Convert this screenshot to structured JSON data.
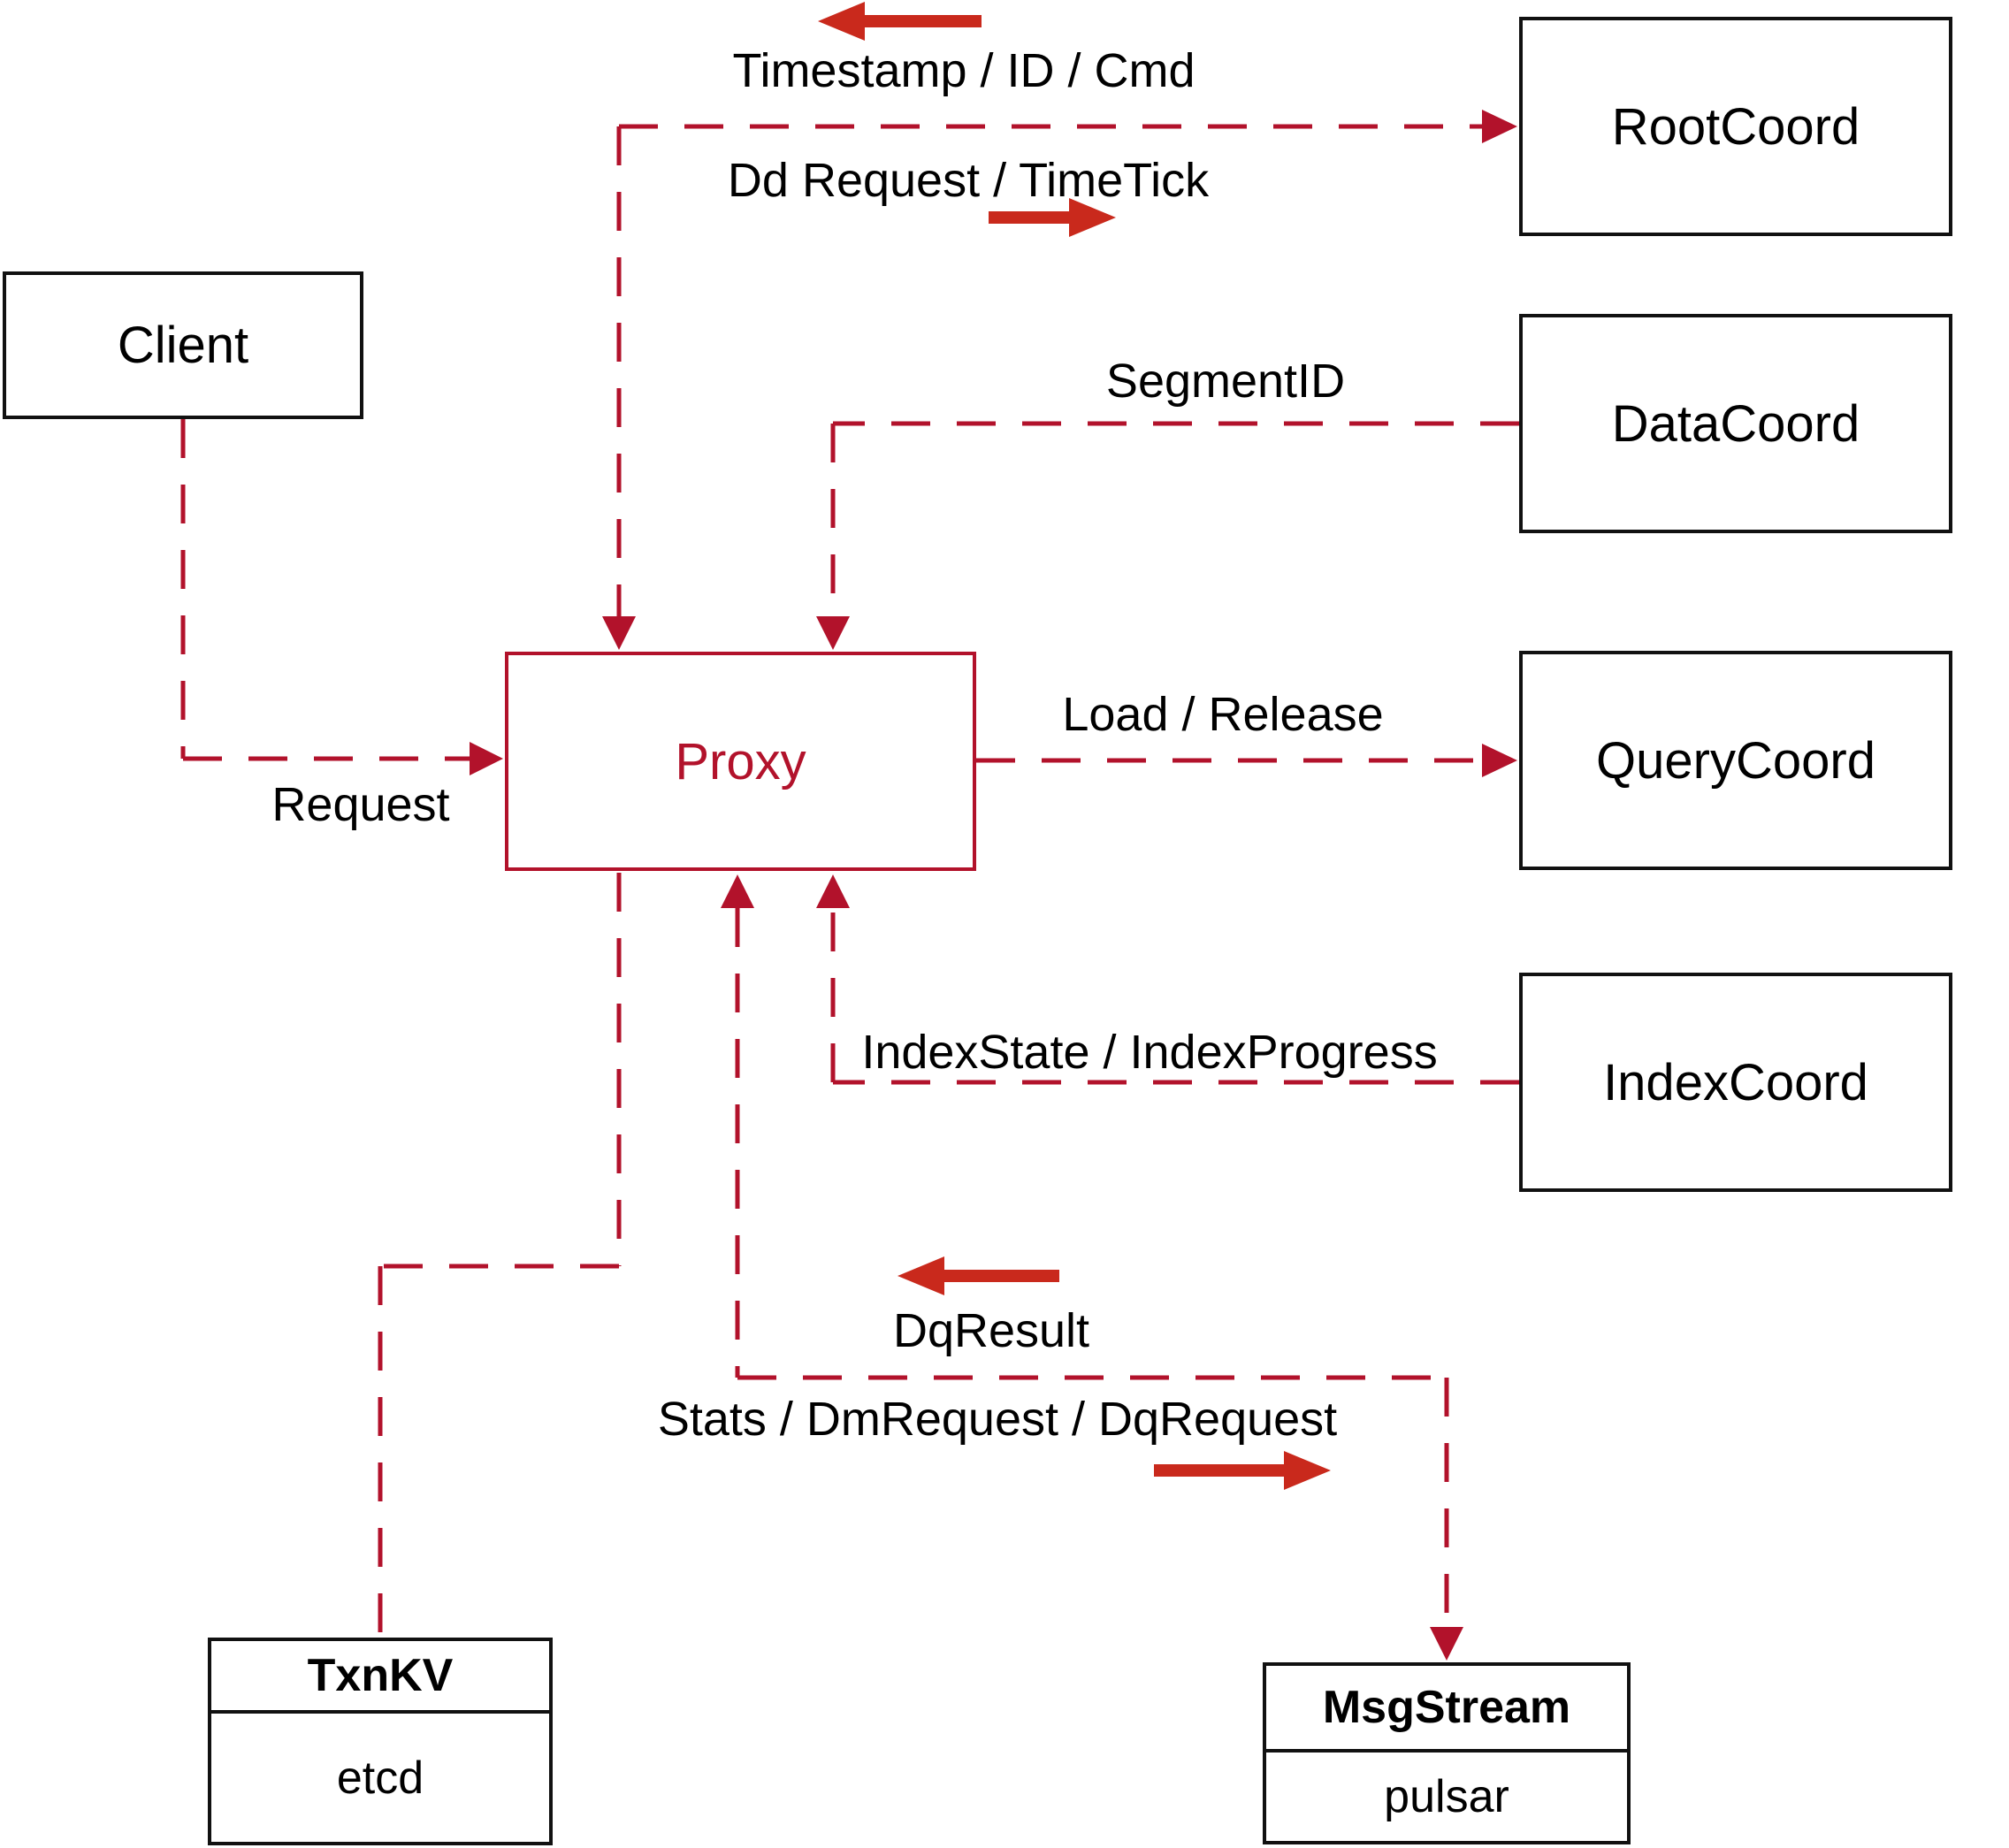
{
  "nodes": {
    "client": {
      "label": "Client"
    },
    "proxy": {
      "label": "Proxy"
    },
    "root_coord": {
      "label": "RootCoord"
    },
    "data_coord": {
      "label": "DataCoord"
    },
    "query_coord": {
      "label": "QueryCoord"
    },
    "index_coord": {
      "label": "IndexCoord"
    },
    "txn_kv": {
      "header": "TxnKV",
      "body": "etcd"
    },
    "msg_stream": {
      "header": "MsgStream",
      "body": "pulsar"
    }
  },
  "edge_labels": {
    "timestamp": "Timestamp / ID / Cmd",
    "dd_request": "Dd Request / TimeTick",
    "segment_id": "SegmentID",
    "request": "Request",
    "load_release": "Load / Release",
    "index_state": "IndexState / IndexProgress",
    "dq_result": "DqResult",
    "stats": "Stats / DmRequest / DqRequest"
  },
  "colors": {
    "line": "#b2122b",
    "arrow": "#c9291c",
    "ink": "#000000",
    "box_border": "#111111"
  }
}
